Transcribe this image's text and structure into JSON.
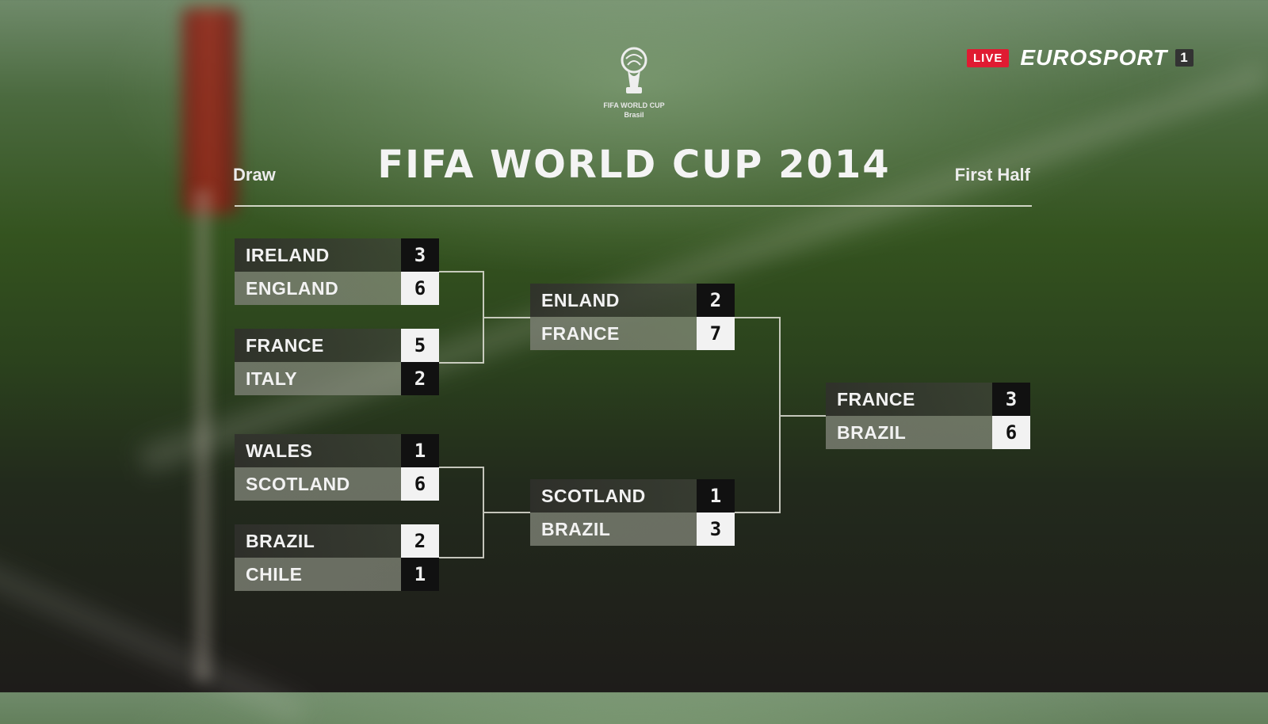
{
  "broadcast": {
    "live": "LIVE",
    "channel": "EUROSPORT",
    "channel_number": "1"
  },
  "logo": {
    "line1": "FIFA WORLD CUP",
    "line2": "Brasil"
  },
  "header": {
    "left": "Draw",
    "title": "FIFA WORLD CUP 2014",
    "right": "First Half"
  },
  "matches": [
    {
      "top": {
        "team": "IRELAND",
        "score": "3"
      },
      "bottom": {
        "team": "ENGLAND",
        "score": "6"
      },
      "winner": "bottom"
    },
    {
      "top": {
        "team": "FRANCE",
        "score": "5"
      },
      "bottom": {
        "team": "ITALY",
        "score": "2"
      },
      "winner": "top"
    },
    {
      "top": {
        "team": "WALES",
        "score": "1"
      },
      "bottom": {
        "team": "SCOTLAND",
        "score": "6"
      },
      "winner": "bottom"
    },
    {
      "top": {
        "team": "BRAZIL",
        "score": "2"
      },
      "bottom": {
        "team": "CHILE",
        "score": "1"
      },
      "winner": "top"
    },
    {
      "top": {
        "team": "ENLAND",
        "score": "2"
      },
      "bottom": {
        "team": "FRANCE",
        "score": "7"
      },
      "winner": "bottom"
    },
    {
      "top": {
        "team": "SCOTLAND",
        "score": "1"
      },
      "bottom": {
        "team": "BRAZIL",
        "score": "3"
      },
      "winner": "bottom"
    },
    {
      "top": {
        "team": "FRANCE",
        "score": "3"
      },
      "bottom": {
        "team": "BRAZIL",
        "score": "6"
      },
      "winner": "bottom"
    }
  ]
}
